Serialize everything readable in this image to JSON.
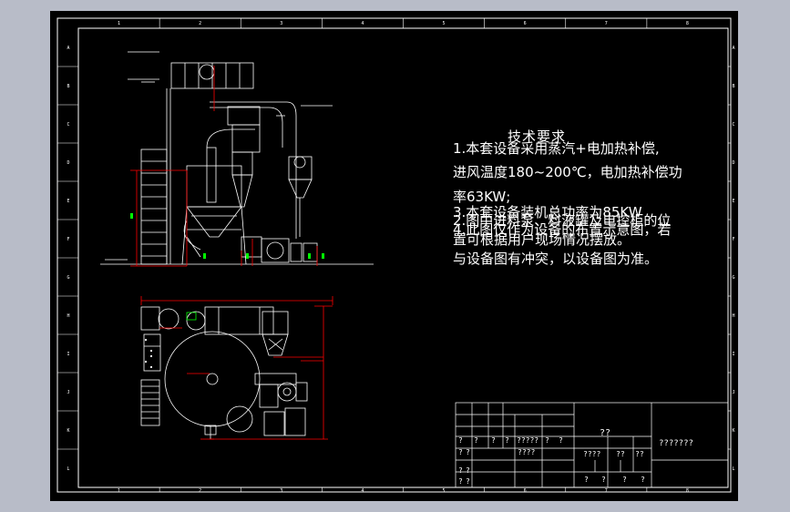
{
  "border": {
    "top_numbers": [
      "1",
      "2",
      "3",
      "4",
      "5",
      "6",
      "7",
      "8"
    ],
    "bottom_numbers": [
      "1",
      "2",
      "3",
      "4",
      "5",
      "6",
      "7",
      "8"
    ],
    "left_letters": [
      "A",
      "B",
      "C",
      "D",
      "E",
      "F",
      "G",
      "H",
      "I",
      "J",
      "K",
      "L"
    ],
    "right_letters": [
      "A",
      "B",
      "C",
      "D",
      "E",
      "F",
      "G",
      "H",
      "I",
      "J",
      "K",
      "L"
    ]
  },
  "notes": {
    "title": "技术要求",
    "lines": [
      "1.本套设备采用蒸汽+电加热补偿,",
      "进风温度180~200℃，电加热补偿功",
      "率63KW;",
      "2.图中进料泵、料液罐及电控柜的位",
      "置可根据用户现场情况摆放。",
      "3.本套设备装机总功率为85KW",
      "4.此图仅作为设备的布置示意图，若",
      "与设备图有冲突，以设备图为准。"
    ]
  },
  "title_block": {
    "name_cell": "??",
    "drawing_no": "???????",
    "row1": [
      "?",
      "?",
      "?",
      "?",
      "?????",
      "?",
      "?"
    ],
    "row2": [
      "?",
      "?",
      "????"
    ],
    "row2b": [
      "????",
      "??",
      "??"
    ],
    "row3": [
      "?",
      "?"
    ],
    "row4": [
      "?",
      "?"
    ],
    "row4b": [
      "?",
      "?",
      "?",
      "?"
    ]
  },
  "colors": {
    "sheet": "#000000",
    "line": "#ffffff",
    "dimension": "#ff0000",
    "annotation": "#00ff00"
  }
}
